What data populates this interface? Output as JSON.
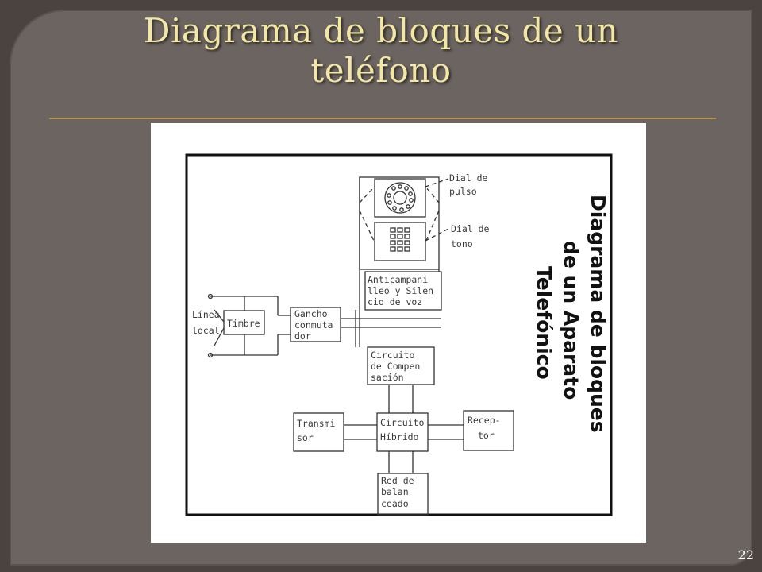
{
  "slide": {
    "title_line1": "Diagrama de bloques de un",
    "title_line2": "teléfono",
    "page_number": "22"
  },
  "diagram": {
    "side_title": [
      "Diagrama de bloques",
      "de un Aparato",
      "Telefónico"
    ],
    "blocks": {
      "dial_pulso": [
        "Dial de",
        "pulso"
      ],
      "dial_tono": [
        "Dial de",
        "tono"
      ],
      "anticampanilleo": [
        "Anticampani",
        "lleo y Silen",
        "cio de voz"
      ],
      "linea_local": [
        "Línea",
        "local"
      ],
      "timbre": [
        "Timbre"
      ],
      "gancho": [
        "Gancho",
        "conmuta",
        "dor"
      ],
      "compensacion": [
        "Circuito",
        "de Compen",
        "sación"
      ],
      "transmisor": [
        "Transmi",
        "sor"
      ],
      "hibrido": [
        "Circuito",
        "Híbrido"
      ],
      "receptor": [
        "Recep-",
        "tor"
      ],
      "red_balanceo": [
        "Red de",
        "balan",
        "ceado"
      ]
    }
  },
  "colors": {
    "background": "#4a433f",
    "panel": "#6b6460",
    "title": "#f3e7a6",
    "rule": "#b9904e"
  }
}
